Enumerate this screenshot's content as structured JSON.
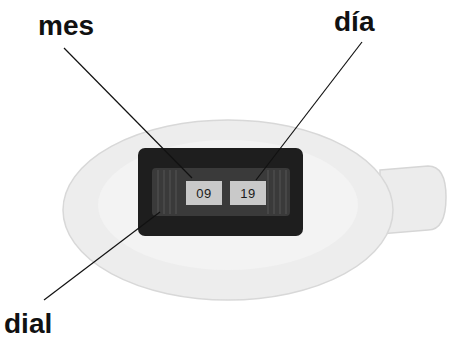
{
  "diagram": {
    "labels": [
      "mes",
      "día",
      "09",
      "19",
      "dial"
    ]
  }
}
